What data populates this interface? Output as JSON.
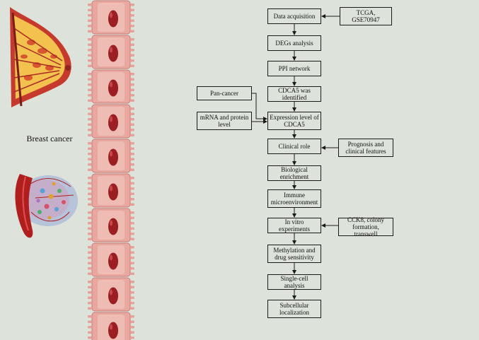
{
  "side_label": "Breast cancer",
  "steps": [
    {
      "label": "Data acquisition"
    },
    {
      "label": "DEGs analysis"
    },
    {
      "label": "PPI network"
    },
    {
      "label": "CDCA5 was identified"
    },
    {
      "label": "Expression level of CDCA5"
    },
    {
      "label": "Clinical role"
    },
    {
      "label": "Biological enrichment"
    },
    {
      "label": "Immune microenvironment"
    },
    {
      "label": "In vitro experiments"
    },
    {
      "label": "Methylation and drug sensitivity"
    },
    {
      "label": "Single-cell analysis"
    },
    {
      "label": "Subcellular localization"
    }
  ],
  "inputs": {
    "tcga": "TCGA, GSE70947",
    "pan_cancer": "Pan-cancer",
    "mrna_protein": "mRNA and protein level",
    "prognosis": "Prognosis and clinical features",
    "cck8": "CCK8, colony formation, transwell"
  },
  "colors": {
    "background": "#dde3db",
    "box_fill": "#dde3db",
    "box_stroke": "#1a1a1a",
    "tissue_red": "#b8302b",
    "tissue_pink": "#e8a8a0",
    "fat_yellow": "#f2c14e"
  }
}
